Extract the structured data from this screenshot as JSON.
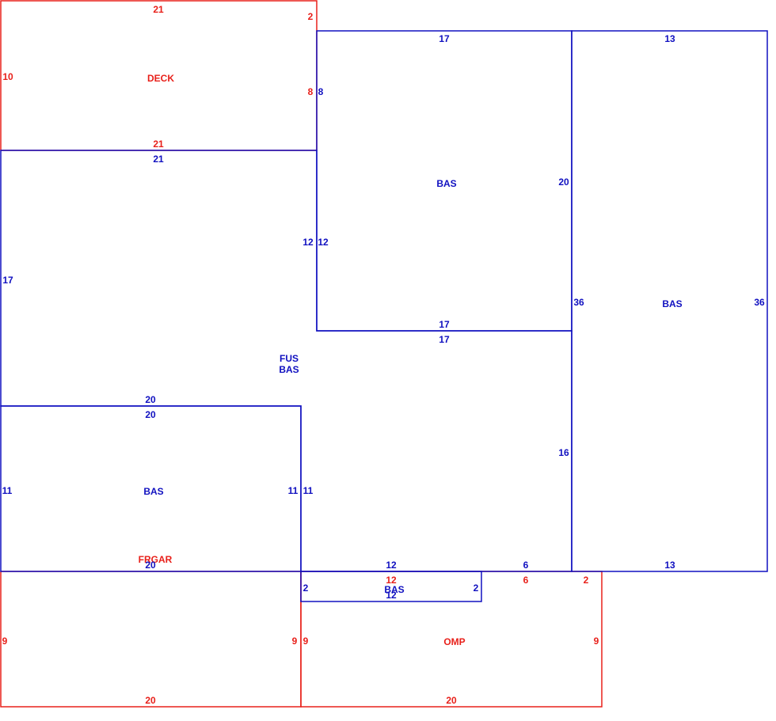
{
  "colors": {
    "red": "#e8201a",
    "blue": "#1010c0",
    "background": "#ffffff"
  },
  "areas": {
    "deck": "DECK",
    "fus_bas_1": "FUS",
    "fus_bas_2": "BAS",
    "bas_upper_mid": "BAS",
    "bas_right": "BAS",
    "bas_lower_left": "BAS",
    "bas_small": "BAS",
    "frgar": "FRGAR",
    "omp": "OMP"
  },
  "dims": {
    "deck_top": "21",
    "deck_right_top": "2",
    "deck_left": "10",
    "deck_right": "8",
    "deck_bottom": "21",
    "fus_top": "21",
    "fus_left": "17",
    "fus_step_left": "12",
    "fus_step_right": "12",
    "mid_left": "8",
    "mid_top": "17",
    "mid_right": "20",
    "mid_bottom_a": "17",
    "mid_bottom_b": "17",
    "right_top": "13",
    "right_left": "36",
    "right_right": "36",
    "right_bottom": "13",
    "fus_right_lower": "16",
    "ll_top_a": "20",
    "ll_top_b": "20",
    "ll_left": "11",
    "ll_right_a": "11",
    "ll_right_b": "11",
    "ll_bottom": "20",
    "small_top_blue": "12",
    "small_top_red": "12",
    "small_bottom": "12",
    "small_left": "2",
    "small_right": "2",
    "notch_blue": "6",
    "notch_red": "6",
    "omp_right_top": "2",
    "frgar_left": "9",
    "frgar_right": "9",
    "frgar_bottom": "20",
    "omp_left": "9",
    "omp_right": "9",
    "omp_bottom": "20"
  }
}
